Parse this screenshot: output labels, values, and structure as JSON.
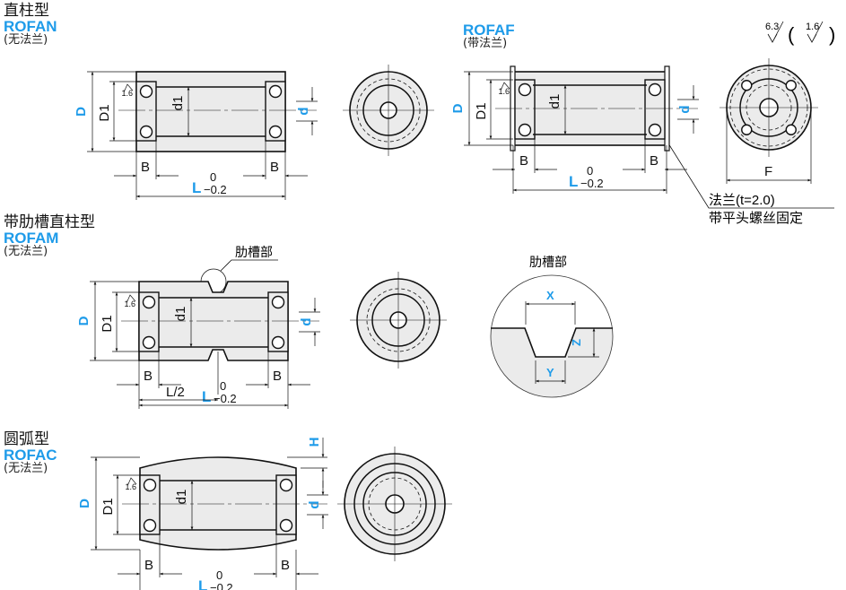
{
  "sections": [
    {
      "type_cn": "直柱型",
      "model": "ROFAN",
      "note": "(无法兰)"
    },
    {
      "type_cn": "",
      "model": "ROFAF",
      "note": "(带法兰)"
    },
    {
      "type_cn": "带肋槽直柱型",
      "model": "ROFAM",
      "note": "(无法兰)"
    },
    {
      "type_cn": "圆弧型",
      "model": "ROFAC",
      "note": "(无法兰)"
    }
  ],
  "labels": {
    "D": "D",
    "D1": "D1",
    "d1": "d1",
    "d": "d",
    "B": "B",
    "L": "L",
    "tol_upper": "0",
    "tol_lower": "−0.2",
    "roughness": "1.6",
    "F": "F",
    "H": "H",
    "L_half": "L/2",
    "X": "X",
    "Y": "Y",
    "Z": "Z"
  },
  "surface": {
    "general": "6.3",
    "bracket_open": "(",
    "specific": "1.6",
    "bracket_close": ")"
  },
  "flange_note": {
    "line1": "法兰(t=2.0)",
    "line2": "带平头螺丝固定"
  },
  "groove": {
    "callout": "肋槽部",
    "detail_title": "肋槽部"
  },
  "colors": {
    "accent": "#1e9be9",
    "fill": "#ebebeb",
    "line": "#111111"
  }
}
